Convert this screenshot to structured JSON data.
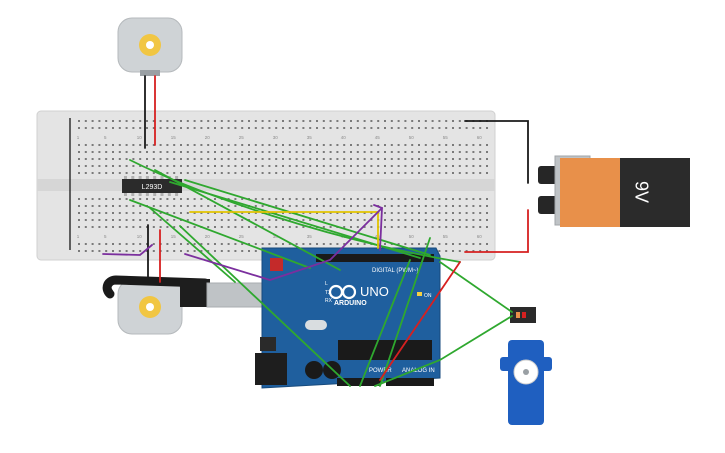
{
  "breadboard": {
    "chip_label": "L293D",
    "column_numbers": [
      "1",
      "5",
      "10",
      "15",
      "20",
      "25",
      "30",
      "35",
      "40",
      "45",
      "50",
      "55",
      "60"
    ]
  },
  "battery": {
    "label": "9V"
  },
  "arduino": {
    "brand": "ARDUINO",
    "model": "UNO",
    "header_digital": "DIGITAL (PWM~)",
    "header_power": "POWER",
    "header_analog": "ANALOG IN",
    "led_l": "L",
    "led_tx": "TX",
    "led_rx": "RX",
    "led_on": "ON"
  },
  "colors": {
    "wire_green": "#2fa82f",
    "wire_red": "#d62020",
    "wire_black": "#1a1a1a",
    "wire_purple": "#7b2f9e",
    "wire_yellow": "#e2c400",
    "board_blue": "#1f5f9e",
    "breadboard": "#e6e6e6",
    "battery_orange": "#e8904a"
  }
}
